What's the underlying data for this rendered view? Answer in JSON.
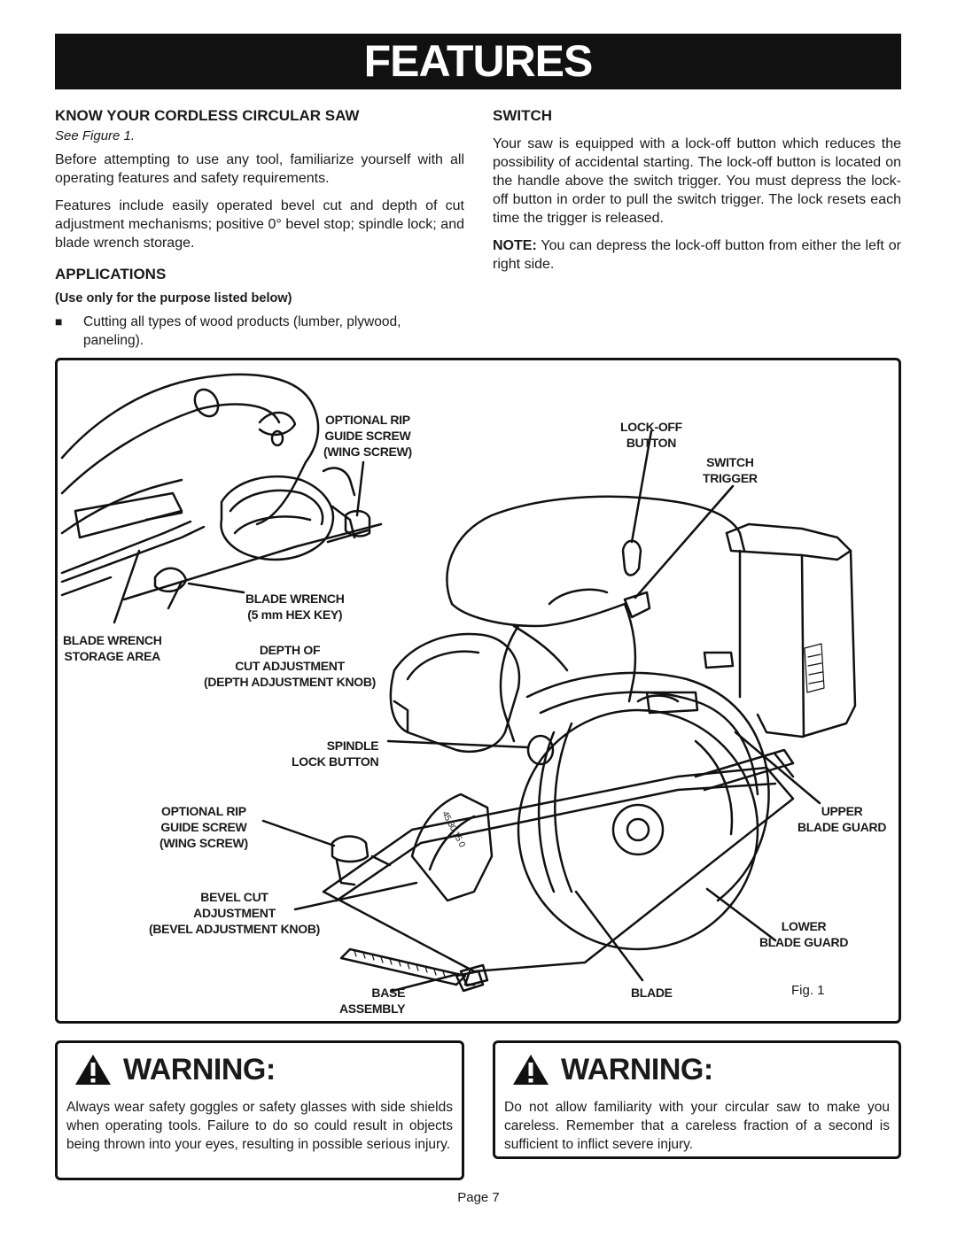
{
  "banner_title": "FEATURES",
  "left": {
    "heading": "KNOW YOUR CORDLESS CIRCULAR SAW",
    "see_figure": "See Figure 1.",
    "para1": "Before attempting to use any tool, familiarize yourself with all operating features and safety requirements.",
    "para2": "Features include easily operated bevel cut and depth of cut adjustment mechanisms; positive 0° bevel stop; spindle lock; and blade wrench storage.",
    "applications_heading": "APPLICATIONS",
    "applications_subhead": "(Use only for the purpose listed below)",
    "bullet_mark": "■",
    "bullet1": "Cutting all types of wood products (lumber, plywood, paneling)."
  },
  "right": {
    "heading": "SWITCH",
    "para1": "Your saw is equipped with a lock-off button which reduces the possibility of accidental starting. The lock-off button is located on the handle above the switch trigger. You must depress the lock-off button in order to pull the switch trigger. The lock resets each time the trigger is released.",
    "note_label": "NOTE:",
    "note_text": " You can depress the lock-off button from either the left or right side."
  },
  "figure": {
    "labels": {
      "rip_top_1": "OPTIONAL RIP",
      "rip_top_2": "GUIDE SCREW",
      "rip_top_3": "(WING SCREW)",
      "lockoff_1": "LOCK-OFF",
      "lockoff_2": "BUTTON",
      "switch_1": "SWITCH",
      "switch_2": "TRIGGER",
      "wrench_1": "BLADE WRENCH",
      "wrench_2": "(5 mm HEX KEY)",
      "storage_1": "BLADE WRENCH",
      "storage_2": "STORAGE AREA",
      "depth_1": "DEPTH OF",
      "depth_2": "CUT ADJUSTMENT",
      "depth_3": "(DEPTH ADJUSTMENT KNOB)",
      "spindle_1": "SPINDLE",
      "spindle_2": "LOCK BUTTON",
      "rip_bot_1": "OPTIONAL RIP",
      "rip_bot_2": "GUIDE SCREW",
      "rip_bot_3": "(WING SCREW)",
      "upper_1": "UPPER",
      "upper_2": "BLADE GUARD",
      "bevel_1": "BEVEL CUT",
      "bevel_2": "ADJUSTMENT",
      "bevel_3": "(BEVEL ADJUSTMENT KNOB)",
      "lower_1": "LOWER",
      "lower_2": "BLADE GUARD",
      "base_1": "BASE",
      "base_2": "ASSEMBLY",
      "blade": "BLADE",
      "scale_45": "45",
      "scale_30": "30",
      "scale_15": "15",
      "scale_0": "0"
    },
    "fig_number": "Fig. 1"
  },
  "warnings": [
    {
      "title": "WARNING:",
      "text": "Always wear safety goggles or safety glasses with side shields when operating tools. Failure to do so could result in objects being thrown into your eyes, resulting in possible serious injury."
    },
    {
      "title": "WARNING:",
      "text": "Do not allow familiarity with your circular saw to make you careless. Remember that a careless fraction of a second is sufficient to inflict severe injury."
    }
  ],
  "page_number": "Page 7"
}
